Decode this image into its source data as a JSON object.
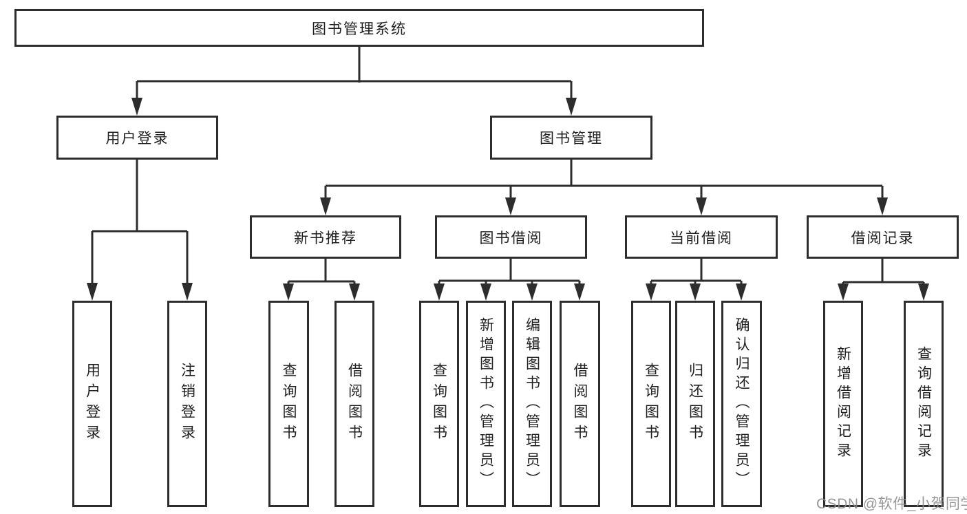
{
  "diagram": {
    "root": "图书管理系统",
    "branches": {
      "user_login": "用户登录",
      "book_mgmt": "图书管理"
    },
    "modules": {
      "new_books": "新书推荐",
      "book_borrow": "图书借阅",
      "current_borrow": "当前借阅",
      "borrow_records": "借阅记录"
    },
    "leaves": {
      "ul_login": "用户登录",
      "ul_logout": "注销登录",
      "nb_query": "查询图书",
      "nb_borrow": "借阅图书",
      "bb_query": "查询图书",
      "bb_add": "新增图书（管理员）",
      "bb_edit": "编辑图书（管理员）",
      "bb_borrow": "借阅图书",
      "cb_query": "查询图书",
      "cb_return": "归还图书",
      "cb_confirm": "确认归还（管理员）",
      "br_add": "新增借阅记录",
      "br_query": "查询借阅记录"
    },
    "watermark": "CSDN @软件_小贺同学"
  },
  "colors": {
    "line": "#2d2d2d",
    "text": "#1f1f1f",
    "watermark": "#8c8c8c",
    "background": "#ffffff"
  }
}
